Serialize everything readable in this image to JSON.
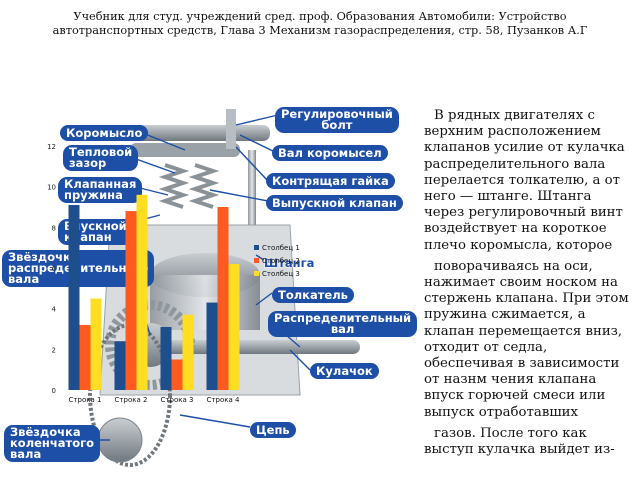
{
  "header": {
    "line1": "Учебник для студ. учреждений сред. проф. Образования Автомобили: Устройство",
    "line2": "автотранспортных средств, Глава 3 Механизм газораспределения, стр. 58,  Пузанков А.Г"
  },
  "figure_labels": {
    "rocker": "Коромысло",
    "thermal_gap_1": "Тепловой",
    "thermal_gap_2": "зазор",
    "valve_spring_1": "Клапанная",
    "valve_spring_2": "пружина",
    "intake_valve_1": "Впускной",
    "intake_valve_2": "клапан",
    "cam_sprocket_1": "Звёздочка",
    "cam_sprocket_2": "распределительного",
    "cam_sprocket_3": "вала",
    "crank_sprocket_1": "Звёздочка",
    "crank_sprocket_2": "коленчатого",
    "crank_sprocket_3": "вала",
    "adjust_bolt_1": "Регулировочный",
    "adjust_bolt_2": "болт",
    "rocker_shaft": "Вал коромысел",
    "lock_nut": "Контрящая гайка",
    "exhaust_valve": "Выпускной клапан",
    "pushrod": "Штанга",
    "tappet": "Толкатель",
    "camshaft_1": "Распределительный",
    "camshaft_2": "вал",
    "cam": "Кулачок",
    "chain": "Цепь"
  },
  "body": {
    "p1": "В рядных двигателях с верхним расположением клапанов усилие от кулачка распределительного вала перелается толкателю, а от него — штанге. Штанга через регулировочный винт воздействует на короткое плечо коромысла, которое",
    "p2": "поворачиваясь на оси, нажимает своим носком на стержень клапана. При этом пружина сжимается, а клапан перемещается вниз, отходит от седла, обеспечивая в зависимости от назнм чения клапана впуск горючей смеси или выпуск отработавших",
    "p3": "газов. После того как выступ кулачка выйдет из-"
  },
  "colors": {
    "series1": "#1f4e8c",
    "series2": "#ff5a1f",
    "series3": "#ffdd22",
    "callout": "#1e4fa7"
  },
  "chart_data": {
    "type": "bar",
    "categories": [
      "Строка 1",
      "Строка 2",
      "Строка 3",
      "Строка 4"
    ],
    "series": [
      {
        "name": "Столбец 1",
        "values": [
          9.1,
          2.4,
          3.1,
          4.3
        ]
      },
      {
        "name": "Столбец 2",
        "values": [
          3.2,
          8.8,
          1.5,
          9.0
        ]
      },
      {
        "name": "Столбец 3",
        "values": [
          4.5,
          9.6,
          3.7,
          6.2
        ]
      }
    ],
    "yticks": [
      "0",
      "2",
      "4",
      "6",
      "8",
      "10",
      "12"
    ],
    "ylim": [
      0,
      12
    ],
    "legend": "right"
  }
}
